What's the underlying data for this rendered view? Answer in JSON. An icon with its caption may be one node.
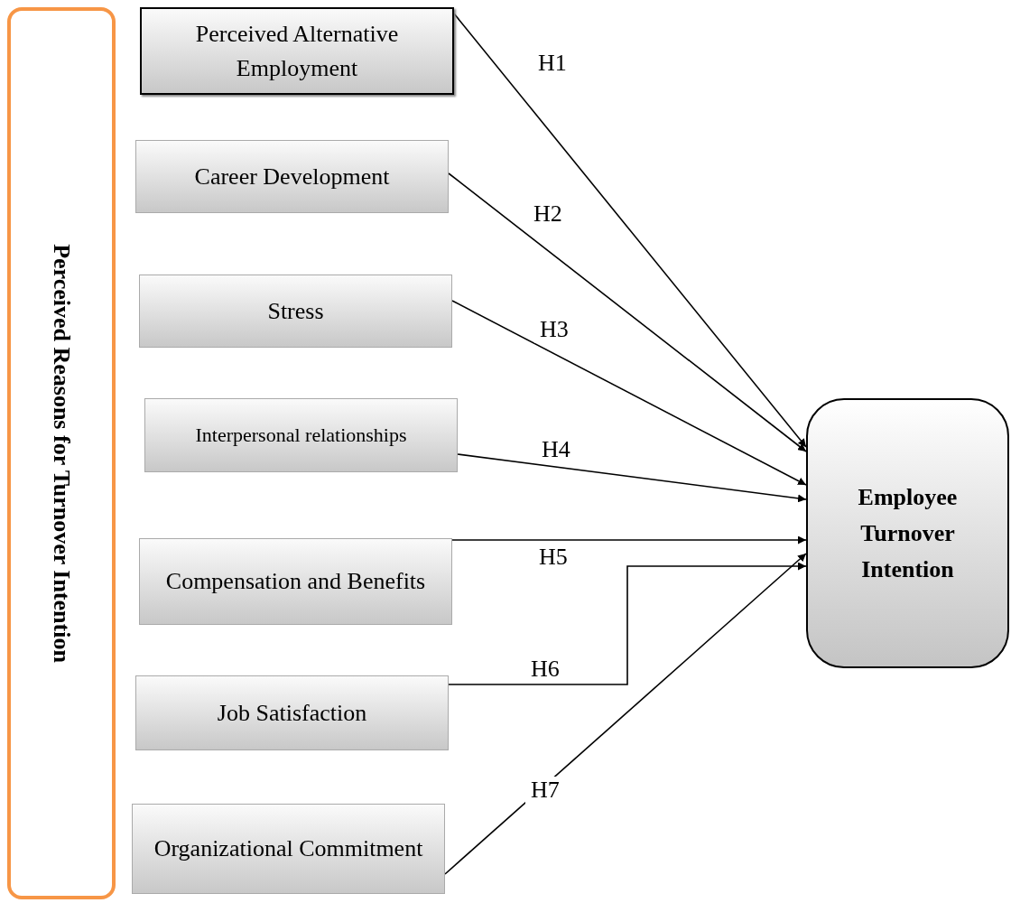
{
  "diagram": {
    "nodes": [
      {
        "text": [
          "Perceived Reasons for Turnover Intention"
        ]
      },
      {
        "text": [
          "Perceived Alternative Employment"
        ]
      },
      {
        "text": [
          "Career Development"
        ]
      },
      {
        "text": [
          "Stress"
        ]
      },
      {
        "text": [
          "Interpersonal relationships"
        ]
      },
      {
        "text": [
          "Compensation and Benefits"
        ]
      },
      {
        "text": [
          "Job Satisfaction"
        ]
      },
      {
        "text": [
          "Organizational Commitment"
        ]
      },
      {
        "text": [
          "Employee Turnover Intention"
        ]
      }
    ],
    "edges": [
      {
        "from": 1,
        "to": 8,
        "arrow": "to",
        "label": "H1"
      },
      {
        "from": 2,
        "to": 8,
        "arrow": "to",
        "label": "H2"
      },
      {
        "from": 3,
        "to": 8,
        "arrow": "to",
        "label": "H3"
      },
      {
        "from": 4,
        "to": 8,
        "arrow": "to",
        "label": "H4"
      },
      {
        "from": 5,
        "to": 8,
        "arrow": "to",
        "label": "H5"
      },
      {
        "from": 6,
        "to": 8,
        "arrow": "to",
        "label": "H6"
      },
      {
        "from": 7,
        "to": 8,
        "arrow": "to",
        "label": "H7"
      }
    ]
  }
}
